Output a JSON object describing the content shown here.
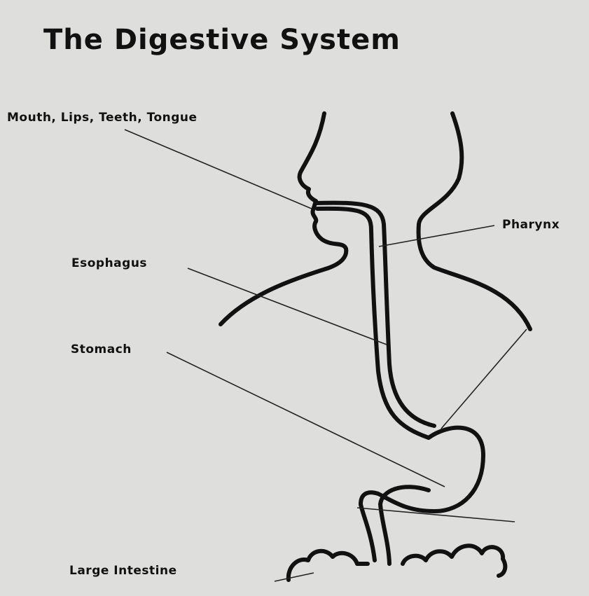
{
  "title": "The Digestive System",
  "labels": {
    "mouth": "Mouth, Lips, Teeth, Tongue",
    "pharynx": "Pharynx",
    "esophagus": "Esophagus",
    "stomach": "Stomach",
    "large_intestine": "Large Intestine"
  },
  "colors": {
    "ink": "#111111",
    "paper": "#dededd",
    "bleed_through": "#cfcfcf"
  }
}
